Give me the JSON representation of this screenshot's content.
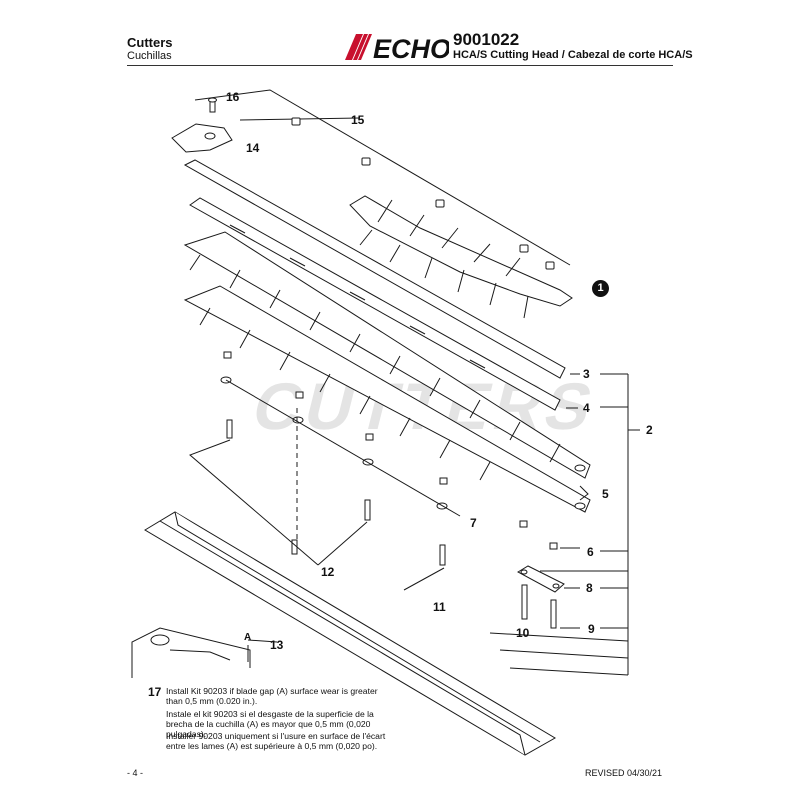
{
  "header": {
    "title": "Cutters",
    "subtitle": "Cuchillas",
    "logo_text": "ECHO",
    "part_number": "9001022",
    "description": "HCA/S Cutting Head / Cabezal de corte HCA/S"
  },
  "watermark": "CUTTERS",
  "callouts": {
    "c1": "1",
    "c2": "2",
    "c3": "3",
    "c4": "4",
    "c5": "5",
    "c6": "6",
    "c7": "7",
    "c8": "8",
    "c9": "9",
    "c10": "10",
    "c11": "11",
    "c12": "12",
    "c13": "13",
    "c14": "14",
    "c15": "15",
    "c16": "16",
    "gap_label": "A"
  },
  "note": {
    "number": "17",
    "english": "Install Kit 90203 if blade gap (A) surface wear is greater than 0,5 mm (0.020 in.).",
    "spanish": "Instale el kit 90203 si el desgaste de la superficie de la brecha de la cuchilla (A) es mayor que 0,5 mm (0,020 pulgadas).",
    "french": "Installer 90203 uniquement si l'usure en surface de l'écart entre les lames (A) est supérieure à 0,5 mm (0,020 po)."
  },
  "footer": {
    "page": "- 4 -",
    "revised": "REVISED 04/30/21"
  },
  "colors": {
    "brand_red": "#c8102e",
    "ink": "#111111",
    "watermark": "#e4e4e4"
  }
}
